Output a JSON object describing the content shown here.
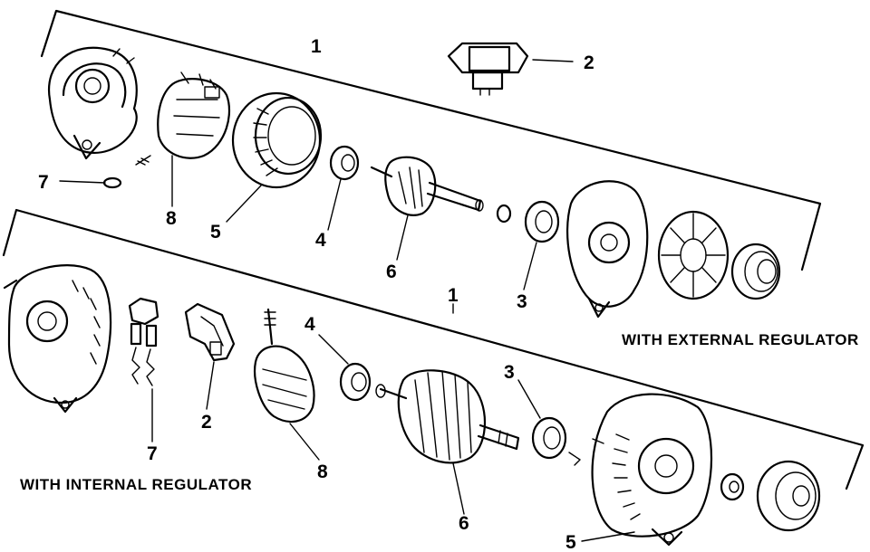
{
  "captions": {
    "external": "WITH EXTERNAL REGULATOR",
    "internal": "WITH INTERNAL REGULATOR"
  },
  "callouts": {
    "external": {
      "assembly": "1",
      "regulator": "2",
      "bearing_rear": "3",
      "bearing_front": "4",
      "stator": "5",
      "rotor": "6",
      "pin": "7",
      "rectifier": "8"
    },
    "internal": {
      "assembly": "1",
      "regulator": "2",
      "bearing_rear": "3",
      "bearing_front": "4",
      "housing": "5",
      "rotor": "6",
      "brush": "7",
      "rectifier": "8"
    }
  }
}
